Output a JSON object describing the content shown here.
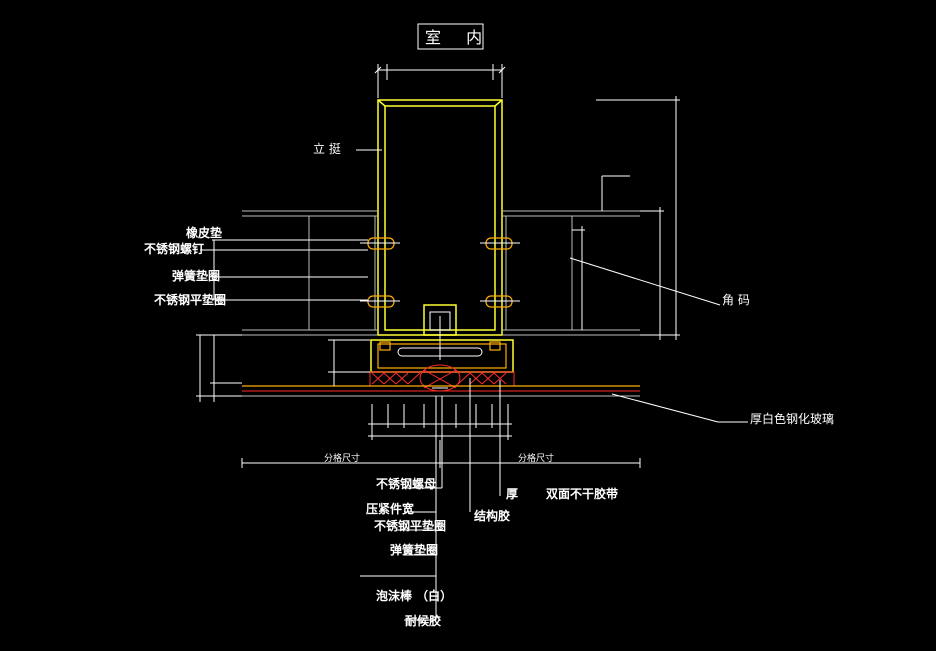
{
  "drawing": {
    "title": "室 内",
    "labels": {
      "mullion": "立  挺",
      "rubber_pad": "橡皮垫",
      "ss_screw": "不锈钢螺钉",
      "spring_washer": "弹簧垫圈",
      "ss_flat_washer": "不锈钢平垫圈",
      "angle_bracket": "角  码",
      "glass": "厚白色钢化玻璃",
      "ss_nut": "不锈钢螺母",
      "pressure_plate": "压紧件宽",
      "ss_flat_washer_2": "不锈钢平垫圈",
      "spring_washer_2": "弹簧垫圈",
      "foam_rod": "泡沫棒  （白）",
      "weather_sealant": "耐候胶",
      "structural_sealant": "结构胶",
      "thickness": "厚",
      "double_tape": "双面不干胶带"
    },
    "dims": {
      "grid_left": "分格尺寸",
      "grid_right": "分格尺寸"
    },
    "colors": {
      "background": "#000000",
      "line": "#ffffff",
      "profile": "#ffff33",
      "sealant": "#ff2a2a",
      "glass_edge": "#ffb000"
    }
  }
}
